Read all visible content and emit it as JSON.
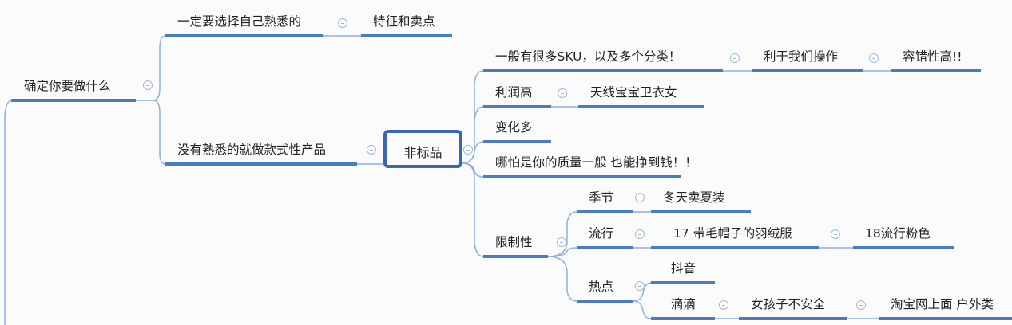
{
  "root": "确定你要做什么",
  "branch1": {
    "label": "一定要选择自己熟悉的",
    "child": "特征和卖点"
  },
  "branch2": {
    "label": "没有熟悉的就做款式性产品",
    "focus": "非标品",
    "items": {
      "sku": {
        "label": "一般有很多SKU，以及多个分类！",
        "child": "利于我们操作",
        "grandchild": "容错性高!!"
      },
      "profit": {
        "label": "利润高",
        "child": "天线宝宝卫衣女"
      },
      "change": {
        "label": "变化多"
      },
      "quality": {
        "label": "哪怕是你的质量一般  也能挣到钱！！"
      },
      "limit": {
        "label": "限制性",
        "season": {
          "label": "季节",
          "child": "冬天卖夏装"
        },
        "trend": {
          "label": "流行",
          "child": "17  带毛帽子的羽绒服",
          "grandchild": "18流行粉色"
        },
        "hot": {
          "label": "热点",
          "douyin": "抖音",
          "didi": {
            "label": "滴滴",
            "child": "女孩子不安全",
            "grandchild": "淘宝网上面 户外类"
          }
        }
      }
    }
  },
  "colors": {
    "line": "#4a7cc4",
    "connector": "#8fb0dc",
    "focus": "#3a66b5"
  }
}
